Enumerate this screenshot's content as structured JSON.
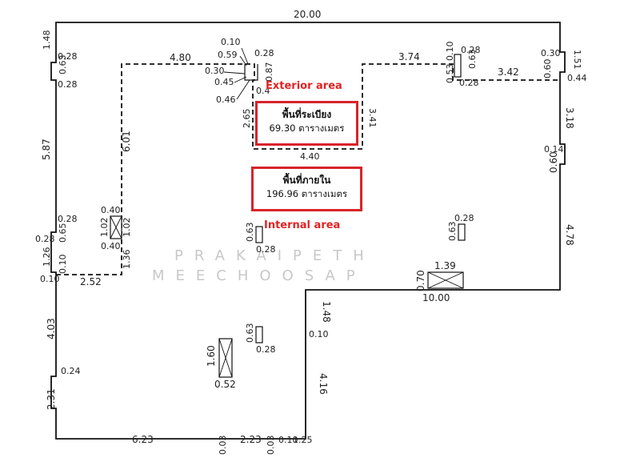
{
  "labels": {
    "exterior_en": "Exterior area",
    "internal_en": "Internal area",
    "exterior_th": "พื้นที่ระเบียง",
    "exterior_value": "69.30 ตารางเมตร",
    "internal_th": "พื้นที่ภายใน",
    "internal_value": "196.96 ตารางเมตร",
    "watermark_line1": "PRAKAIPETH",
    "watermark_line2": "MEECHOOSAP"
  },
  "dimensions": {
    "top_total": "20.00",
    "left_top": "1.48",
    "left_063": "0.63",
    "left_028a": "0.28",
    "left_028b": "0.28",
    "left_587": "5.87",
    "left_028c": "0.28",
    "left_065": "0.65",
    "left_028d": "0.28",
    "left_126": "1.26",
    "left_010a": "0.10",
    "left_010b": "0.10",
    "left_252": "2.52",
    "left_136": "1.36",
    "left_403": "4.03",
    "left_024": "0.24",
    "left_231": "2.31",
    "col1_040a": "0.40",
    "col1_102a": "1.02",
    "col1_102b": "1.02",
    "col1_040b": "0.40",
    "balcony_480": "4.80",
    "balcony_601": "6.01",
    "bal_010": "0.10",
    "bal_059": "0.59",
    "bal_028": "0.28",
    "bal_030": "0.30",
    "bal_087": "0.87",
    "bal_045": "0.45",
    "bal_046": "0.46",
    "bal_04": "0.4",
    "bal_265": "2.65",
    "bal_341": "3.41",
    "bal_440": "4.40",
    "right_374": "3.74",
    "right_010": "0.10",
    "right_028a": "0.28",
    "right_063a": "0.63",
    "right_053": "0.53",
    "right_028b": "0.28",
    "right_342": "3.42",
    "right_030": "0.30",
    "right_151": "1.51",
    "right_060a": "0.60",
    "right_044": "0.44",
    "right_318": "3.18",
    "right_014": "0.14",
    "right_060b": "0.60",
    "right_478": "4.78",
    "col2_063": "0.63",
    "col2_028": "0.28",
    "col3_028": "0.28",
    "col3_063": "0.63",
    "right_139": "1.39",
    "right_070": "0.70",
    "right_1000": "10.00",
    "mid_148": "1.48",
    "mid_010": "0.10",
    "mid_416": "4.16",
    "col4_063": "0.63",
    "col4_028": "0.28",
    "col5_160": "1.60",
    "col5_052": "0.52",
    "bottom_623": "6.23",
    "bottom_003a": "0.03",
    "bottom_223": "2.23",
    "bottom_003b": "0.03",
    "bottom_010": "0.10",
    "bottom_125": "1.25"
  }
}
